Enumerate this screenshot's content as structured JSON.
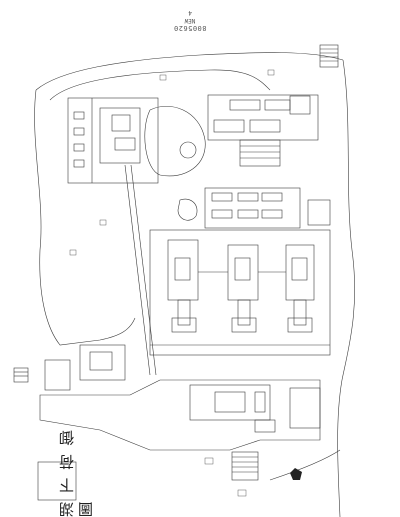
{
  "catalog": {
    "number": "8005620",
    "sub": "NEW",
    "mark": "4"
  },
  "title": "湖 下 荷 御 圖",
  "colors": {
    "ink": "#3a3a3a",
    "paper": "#ffffff",
    "seal": "#222222"
  },
  "icons": {
    "seal": "stamp-seal-icon",
    "stairs": "stairway-icon"
  }
}
